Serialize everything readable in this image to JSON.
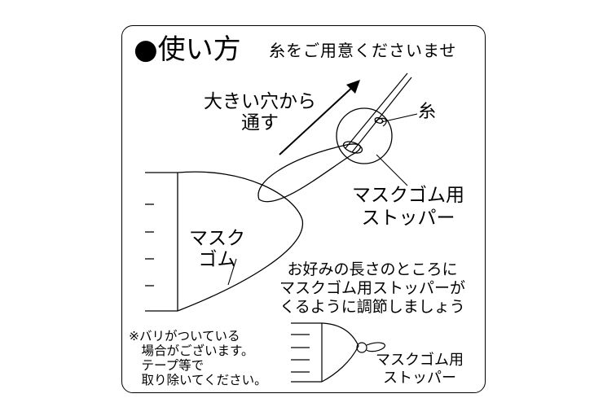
{
  "header": {
    "title": "●使い方",
    "subtitle": "糸をご用意くださいませ"
  },
  "labels": {
    "thread_instruction": [
      "大きい穴から",
      "通す"
    ],
    "thread": "糸",
    "stopper_main": [
      "マスクゴム用",
      "ストッパー"
    ],
    "mask_gum": [
      "マスク",
      "ゴム"
    ],
    "position_note": [
      "お好みの長さのところに",
      "マスクゴム用ストッパーが",
      "くるように調節しましょう"
    ],
    "warning": [
      "※バリがついている",
      "　場合がございます。",
      "　テープ等で",
      "　取り除いてください。"
    ],
    "stopper_small": [
      "マスクゴム用",
      "ストッパー"
    ]
  },
  "colors": {
    "line": "#000000",
    "background": "#ffffff"
  }
}
